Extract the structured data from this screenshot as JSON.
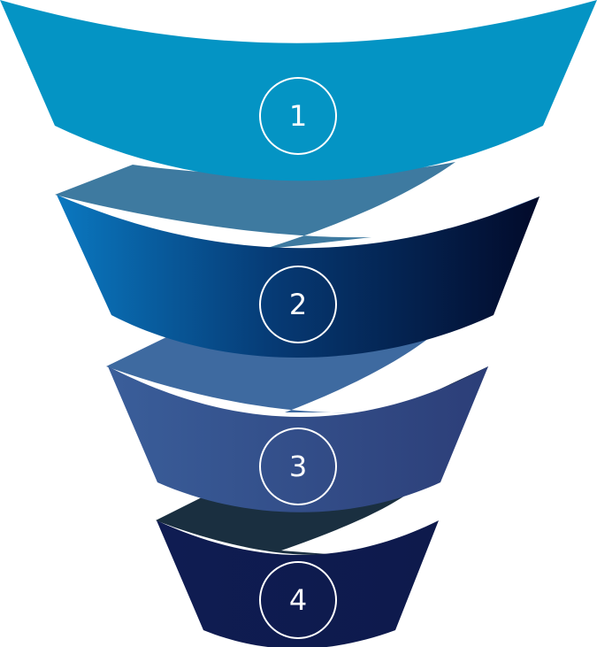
{
  "funnel": {
    "stages": [
      {
        "number": "1"
      },
      {
        "number": "2"
      },
      {
        "number": "3"
      },
      {
        "number": "4"
      }
    ]
  }
}
